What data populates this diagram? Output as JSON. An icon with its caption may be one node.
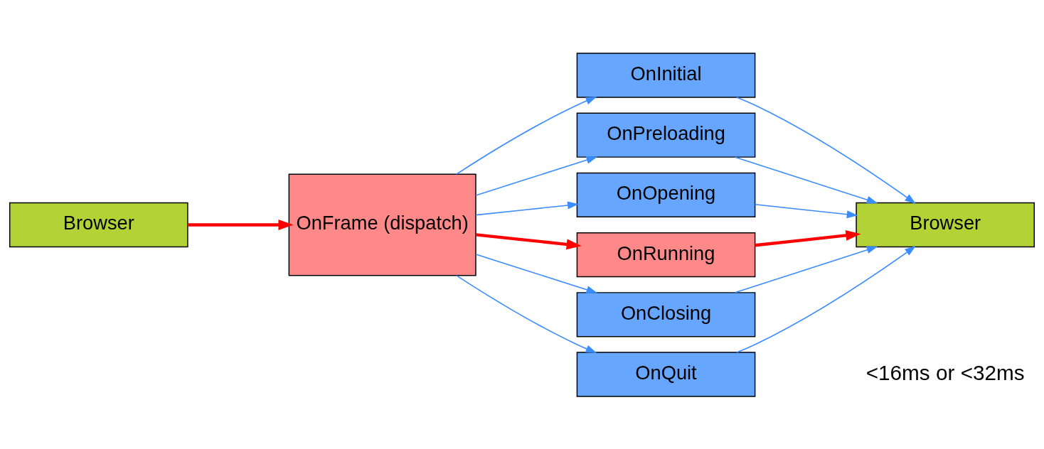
{
  "diagram": {
    "nodes": [
      {
        "text": [
          "Browser"
        ]
      },
      {
        "text": [
          "OnFrame (dispatch)"
        ]
      },
      {
        "text": [
          "OnInitial"
        ]
      },
      {
        "text": [
          "OnPreloading"
        ]
      },
      {
        "text": [
          "OnOpening"
        ]
      },
      {
        "text": [
          "OnRunning"
        ]
      },
      {
        "text": [
          "OnClosing"
        ]
      },
      {
        "text": [
          "OnQuit"
        ]
      },
      {
        "text": [
          "Browser"
        ]
      }
    ],
    "edges": [
      {
        "from": 0,
        "to": 1,
        "arrow": "to",
        "style": "thick",
        "color": "#ff0000"
      },
      {
        "from": 1,
        "to": 2,
        "arrow": "to"
      },
      {
        "from": 1,
        "to": 3,
        "arrow": "to"
      },
      {
        "from": 1,
        "to": 4,
        "arrow": "to"
      },
      {
        "from": 1,
        "to": 5,
        "arrow": "to",
        "style": "thick",
        "color": "#ff0000"
      },
      {
        "from": 1,
        "to": 6,
        "arrow": "to"
      },
      {
        "from": 1,
        "to": 7,
        "arrow": "to"
      },
      {
        "from": 2,
        "to": 8,
        "arrow": "to"
      },
      {
        "from": 3,
        "to": 8,
        "arrow": "to"
      },
      {
        "from": 4,
        "to": 8,
        "arrow": "to"
      },
      {
        "from": 5,
        "to": 8,
        "arrow": "to",
        "style": "thick",
        "color": "#ff0000"
      },
      {
        "from": 6,
        "to": 8,
        "arrow": "to"
      },
      {
        "from": 7,
        "to": 8,
        "arrow": "to"
      }
    ],
    "labels": [
      "<16ms or <32ms"
    ]
  }
}
